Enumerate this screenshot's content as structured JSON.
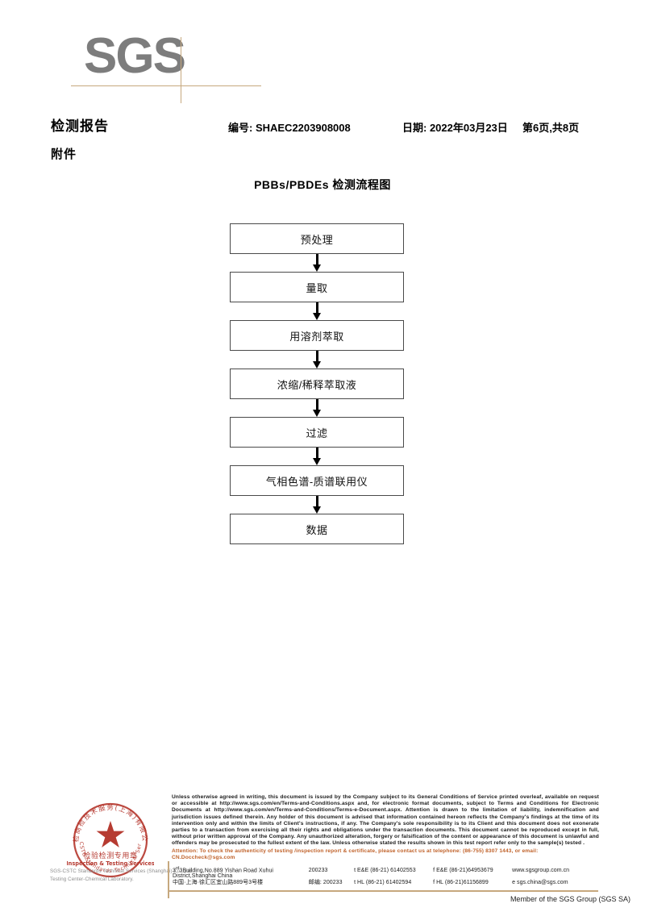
{
  "logo": {
    "brand": "SGS"
  },
  "header": {
    "title": "检测报告",
    "subtitle": "附件",
    "report_no": "编号: SHAEC2203908008",
    "date": "日期: 2022年03月23日",
    "page": "第6页,共8页"
  },
  "flowchart": {
    "title": "PBBs/PBDEs 检测流程图",
    "steps": [
      {
        "label": "预处理"
      },
      {
        "label": "量取"
      },
      {
        "label": "用溶剂萃取"
      },
      {
        "label": "浓缩/稀释萃取液"
      },
      {
        "label": "过滤"
      },
      {
        "label": "气相色谱-质谱联用仪"
      },
      {
        "label": "数据"
      }
    ]
  },
  "stamp": {
    "outer_text": "质检商检技术服务(上海)有限公司",
    "line1": "检验检测专用章",
    "line2": "Inspection & Testing Services",
    "caption": "SGS-CSTC Standards Technical Services (Shanghai) Co., Ltd. Testing Center-Chemical Laboratory.",
    "color": "#b02a20"
  },
  "footer": {
    "legal": "Unless otherwise agreed in writing, this document is issued by the Company subject to its General Conditions of Service printed overleaf, available on request or accessible at http://www.sgs.com/en/Terms-and-Conditions.aspx and, for electronic format documents, subject to Terms and Conditions for Electronic Documents at http://www.sgs.com/en/Terms-and-Conditions/Terms-e-Document.aspx. Attention is drawn to the limitation of liability, indemnification and jurisdiction issues defined therein. Any holder of this document is advised that information contained hereon reflects the Company's findings at the time of its intervention only and within the limits of Client's instructions, if any. The Company's sole responsibility is to its Client and this document does not exonerate parties to a transaction from exercising all their rights and obligations under the transaction documents. This document cannot be reproduced except in full, without prior written approval of the Company. Any unauthorized alteration, forgery or falsification of the content or appearance of this document is unlawful and offenders may be prosecuted to the fullest extent of the law. Unless otherwise stated the results shown in this test report refer only to the sample(s) tested .",
    "attention": "Attention: To check the authenticity of testing /inspection report & certificate, please contact us at telephone: (86-755) 8307 1443, or email: CN.Doccheck@sgs.com",
    "attention_color": "#c0622a",
    "address": {
      "en_street": "3Building,No.889 Yishan Road Xuhui District,Shanghai China",
      "en_street_sup": "rd",
      "en_zip": "200233",
      "en_tel1": "t E&E (86-21) 61402553",
      "en_tel2": "f E&E (86-21)64953679",
      "en_web": "www.sgsgroup.com.cn",
      "cn_street": "中国·上海·徐汇区宜山路889号3号楼",
      "cn_zip_label": "邮编: 200233",
      "cn_tel1": "t HL (86-21) 61402594",
      "cn_tel2": "f HL (86-21)61156899",
      "cn_email": "e sgs.china@sgs.com"
    },
    "member": "Member of the SGS Group (SGS SA)"
  }
}
